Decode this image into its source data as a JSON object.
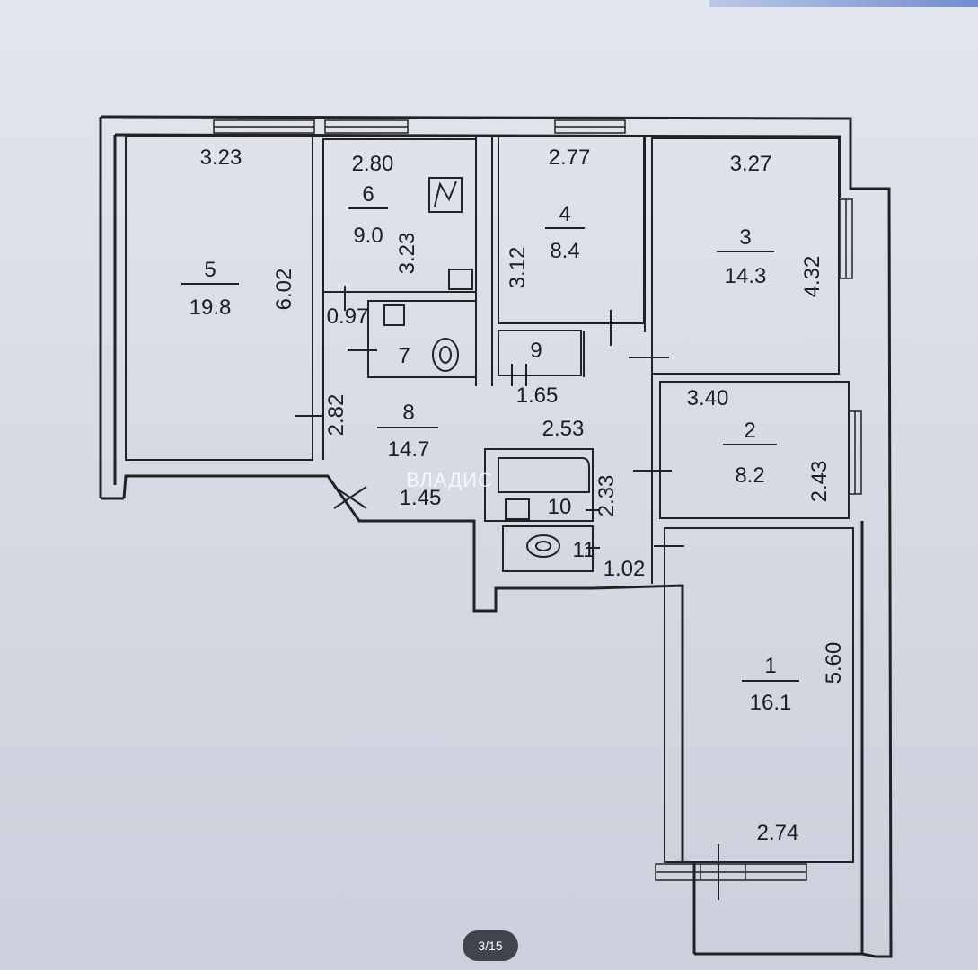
{
  "rooms": [
    {
      "id": "5",
      "area": "19.8"
    },
    {
      "id": "6",
      "area": "9.0"
    },
    {
      "id": "4",
      "area": "8.4"
    },
    {
      "id": "3",
      "area": "14.3"
    },
    {
      "id": "7",
      "area": ""
    },
    {
      "id": "9",
      "area": ""
    },
    {
      "id": "8",
      "area": "14.7"
    },
    {
      "id": "2",
      "area": "8.2"
    },
    {
      "id": "10",
      "area": ""
    },
    {
      "id": "11",
      "area": ""
    },
    {
      "id": "1",
      "area": "16.1"
    }
  ],
  "dimensions": {
    "d_323_top": "3.23",
    "d_280": "2.80",
    "d_277": "2.77",
    "d_327": "3.27",
    "d_602": "6.02",
    "d_323_side": "3.23",
    "d_312": "3.12",
    "d_432": "4.32",
    "d_097": "0.97",
    "d_165": "1.65",
    "d_253": "2.53",
    "d_282": "2.82",
    "d_340": "3.40",
    "d_243": "2.43",
    "d_145": "1.45",
    "d_233": "2.33",
    "d_102": "1.02",
    "d_560": "5.60",
    "d_274": "2.74"
  },
  "watermark": "ВЛАДИС",
  "pager": "3/15"
}
